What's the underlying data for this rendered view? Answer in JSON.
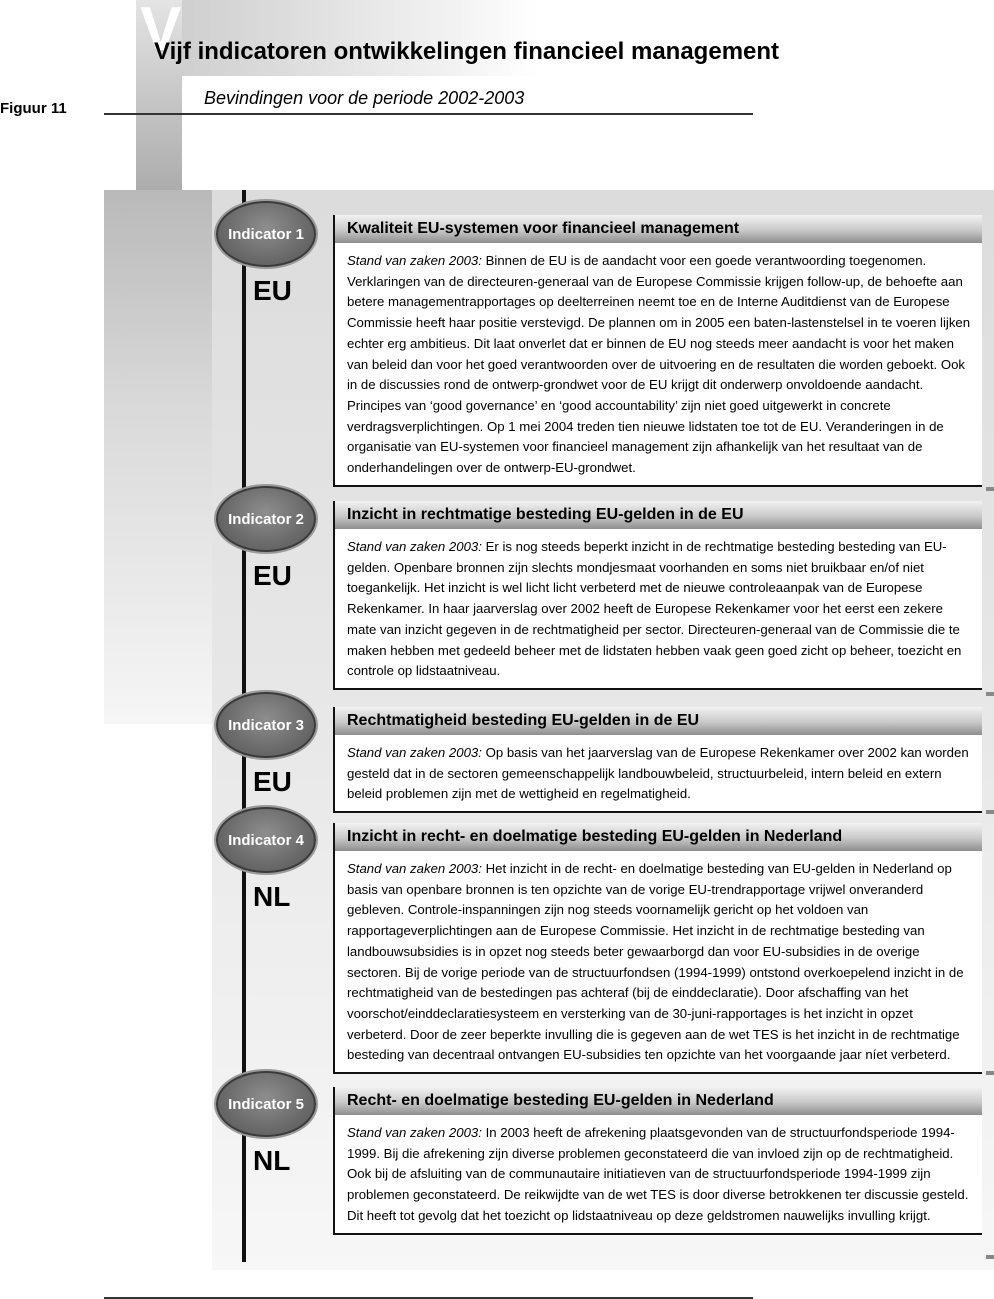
{
  "header": {
    "deco_letter": "V",
    "title": "Vijf indicatoren ontwikkelingen financieel management",
    "subtitle": "Bevindingen voor de periode 2002-2003",
    "figure_label": "Figuur 11"
  },
  "indicators": [
    {
      "badge": "Indicator 1",
      "region": "EU",
      "heading": "Kwaliteit EU-systemen voor financieel management",
      "lead": "Stand van zaken 2003:",
      "text": "Binnen de EU is de aandacht voor een goede verantwoording toegenomen. Verklaringen van de directeuren-generaal van de Europese Commissie krijgen follow-up, de behoefte aan betere managementrapportages op deelterreinen neemt toe en de Interne Auditdienst van de Europese Commissie heeft haar positie verstevigd. De plannen om in 2005 een baten-lastenstelsel in te voeren lijken echter erg ambitieus. Dit laat onverlet dat er binnen de EU nog steeds meer aandacht is voor het maken van beleid dan voor het goed verantwoorden over de uitvoering en de resultaten die worden geboekt. Ook in de discussies rond de ontwerp-grondwet voor de EU krijgt dit onderwerp onvoldoende aandacht. Principes van ‘good governance’ en ‘good accountability’ zijn niet goed uitgewerkt in concrete verdragsverplichtingen. Op 1 mei 2004 treden tien nieuwe lidstaten toe tot de EU. Veranderingen in de organisatie van EU-systemen voor financieel management zijn afhankelijk van het resultaat van de onderhandelingen over de ontwerp-EU-grondwet."
    },
    {
      "badge": "Indicator 2",
      "region": "EU",
      "heading": "Inzicht in rechtmatige besteding EU-gelden in de EU",
      "lead": "Stand van zaken 2003:",
      "text": "Er is nog steeds beperkt inzicht in de rechtmatige besteding besteding van EU-gelden. Openbare bronnen zijn slechts mondjesmaat voorhanden en soms niet bruikbaar en/of niet toegankelijk. Het inzicht is wel licht licht verbeterd met de nieuwe controleaanpak van de Europese Rekenkamer. In haar jaarverslag over 2002 heeft de Europese Rekenkamer voor het eerst een zekere mate van inzicht gegeven in de rechtmatigheid per sector. Directeuren-generaal van de Commissie die te maken hebben met gedeeld beheer met de lidstaten hebben vaak geen goed zicht op beheer, toezicht en controle op lidstaatniveau."
    },
    {
      "badge": "Indicator 3",
      "region": "EU",
      "heading": "Rechtmatigheid besteding EU-gelden in de EU",
      "lead": "Stand van zaken 2003:",
      "text": "Op basis van het jaarverslag van de Europese Rekenkamer over 2002 kan worden gesteld dat in de sectoren gemeenschappelijk landbouwbeleid, structuurbeleid, intern beleid en extern beleid problemen zijn met de wettigheid en regelmatigheid."
    },
    {
      "badge": "Indicator 4",
      "region": "NL",
      "heading": "Inzicht in recht- en doelmatige besteding EU-gelden in Nederland",
      "lead": "Stand van zaken 2003:",
      "text": "Het inzicht in de recht- en doelmatige besteding van EU-gelden in Nederland op basis van openbare bronnen is ten opzichte van de vorige EU-trendrapportage vrijwel onveranderd gebleven. Controle-inspanningen zijn nog steeds voornamelijk gericht op het voldoen van rapportageverplichtingen aan de Europese Commissie. Het inzicht in de rechtmatige besteding van landbouwsubsidies is in opzet nog steeds beter gewaarborgd dan voor EU-subsidies in de overige sectoren. Bij de vorige periode van de structuurfondsen (1994-1999) ontstond overkoepelend inzicht in de rechtmatigheid van de bestedingen pas achteraf (bij de einddeclaratie). Door afschaffing van het voorschot/einddeclaratiesysteem en versterking van de 30-juni-rapportages is het inzicht in opzet verbeterd. Door de zeer beperkte invulling die is gegeven aan de wet TES is het inzicht in de rechtmatige besteding van decentraal ontvangen EU-subsidies ten opzichte van het voorgaande jaar níet verbeterd."
    },
    {
      "badge": "Indicator 5",
      "region": "NL",
      "heading": "Recht- en doelmatige besteding EU-gelden in Nederland",
      "lead": "Stand van zaken 2003:",
      "text": "In 2003 heeft de afrekening plaatsgevonden van de structuurfondsperiode 1994-1999. Bij die afrekening zijn diverse problemen geconstateerd die van invloed zijn op de rechtmatigheid. Ook bij de afsluiting van de communautaire initiatieven van de structuurfondsperiode 1994-1999 zijn problemen geconstateerd. De reikwijdte van de wet TES is door diverse betrokkenen ter discussie gesteld. Dit heeft tot gevolg dat het toezicht op lidstaatniveau op deze geldstromen nauwelijks invulling krijgt."
    }
  ]
}
